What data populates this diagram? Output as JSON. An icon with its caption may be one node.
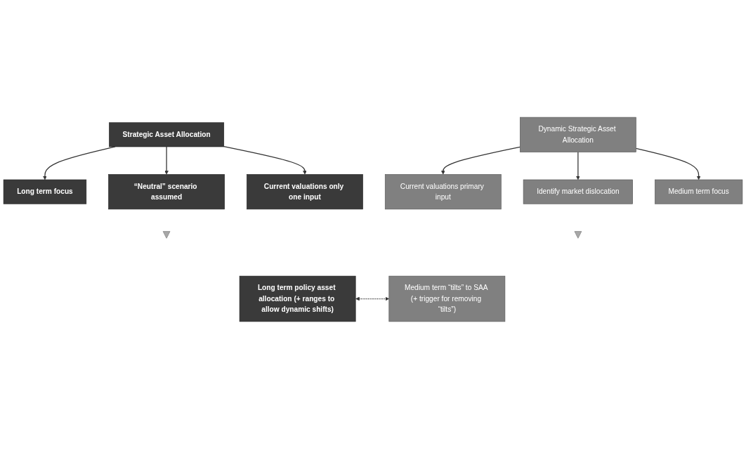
{
  "diagram": {
    "nodes": [
      {
        "text": [
          "Strategic Asset Allocation"
        ]
      },
      {
        "text": [
          "Long term focus"
        ]
      },
      {
        "text": [
          "“Neutral” scenario assumed"
        ]
      },
      {
        "text": [
          "Current valuations only one input"
        ]
      },
      {
        "text": [
          "Dynamic Strategic Asset Allocation"
        ]
      },
      {
        "text": [
          "Current valuations primary input"
        ]
      },
      {
        "text": [
          "Identify market dislocation"
        ]
      },
      {
        "text": [
          "Medium term focus"
        ]
      },
      {
        "text": [],
        "shape": "triangle"
      },
      {
        "text": [],
        "shape": "triangle"
      },
      {
        "text": [
          "Long term policy asset allocation (+ ranges to allow dynamic shifts)"
        ]
      },
      {
        "text": [
          "Medium term “tilts” to SAA (+ trigger for removing “tilts”)"
        ]
      }
    ],
    "edges": [
      {
        "from": 0,
        "to": 1,
        "arrow": "to"
      },
      {
        "from": 0,
        "to": 2,
        "arrow": "to"
      },
      {
        "from": 0,
        "to": 3,
        "arrow": "to"
      },
      {
        "from": 4,
        "to": 5,
        "arrow": "to"
      },
      {
        "from": 4,
        "to": 6,
        "arrow": "to"
      },
      {
        "from": 4,
        "to": 7,
        "arrow": "to"
      },
      {
        "from": 10,
        "to": 11,
        "arrow": "both",
        "style": "dashed"
      }
    ]
  }
}
